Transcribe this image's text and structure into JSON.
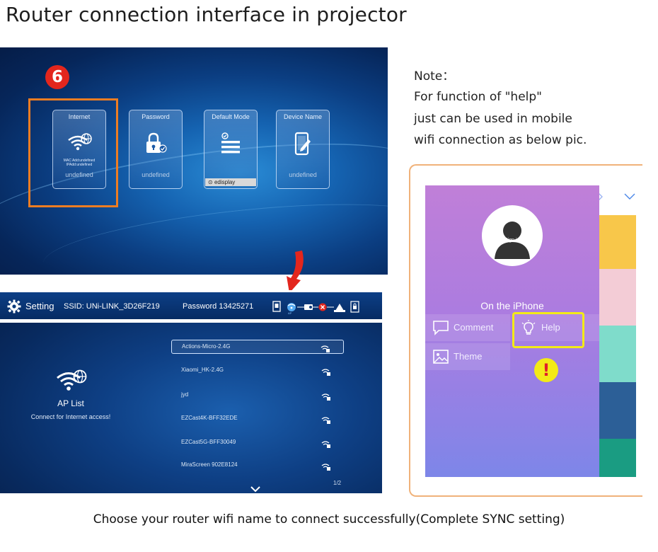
{
  "page": {
    "title": "Router connection interface in projector",
    "caption": "Choose your router wifi name to connect successfully(Complete SYNC setting)"
  },
  "projector_menu": {
    "step_number": "6",
    "tiles": [
      {
        "title": "Internet",
        "meta_line1": "MAC Add:undefined",
        "meta_line2": "IPAdd:undefined",
        "footer": "undefined",
        "icon": "wifi-globe-icon"
      },
      {
        "title": "Password",
        "footer": "undefined",
        "icon": "lock-icon"
      },
      {
        "title": "Default Mode",
        "select_value": "edisplay",
        "icon": "list-icon"
      },
      {
        "title": "Device Name",
        "footer": "undefined",
        "icon": "phone-edit-icon"
      }
    ],
    "highlight_color": "#ee7d22",
    "badge_color": "#e3261d"
  },
  "settings_screen": {
    "setting_label": "Setting",
    "ssid": "SSID: UNi-LINK_3D26F219",
    "password": "Password 13425271",
    "status_icons": [
      "sd-card-icon",
      "wifi-status-icon",
      "projector-icon",
      "error-x-icon",
      "router-icon",
      "lock-status-icon"
    ],
    "ap_list": {
      "title": "AP List",
      "subtitle": "Connect for Internet access!"
    },
    "networks": [
      {
        "name": "Actions-Micro-2.4G",
        "selected": true
      },
      {
        "name": "Xiaomi_HK-2.4G",
        "selected": false
      },
      {
        "name": "jyd",
        "selected": false
      },
      {
        "name": "EZCast4K-BFF32EDE",
        "selected": false
      },
      {
        "name": "EZCast5G-BFF30049",
        "selected": false
      },
      {
        "name": "MiraScreen 902E8124",
        "selected": false
      }
    ],
    "page_indicator": "1/2"
  },
  "note": {
    "heading": "Note：",
    "line1": "For function of \"help\"",
    "line2": "just can be used in mobile",
    "line3": "wifi connection as below pic."
  },
  "phone": {
    "signin": "Sign in",
    "on_iphone": "On the iPhone",
    "menu": [
      {
        "label": "Comment",
        "icon": "comment-icon"
      },
      {
        "label": "Help",
        "icon": "lightbulb-icon"
      },
      {
        "label": "Theme",
        "icon": "image-icon"
      }
    ],
    "warning_mark": "!",
    "swatches": [
      "#f8c74a",
      "#f3ccd6",
      "#7fdccb",
      "#2c5f97",
      "#1a9c82"
    ]
  }
}
